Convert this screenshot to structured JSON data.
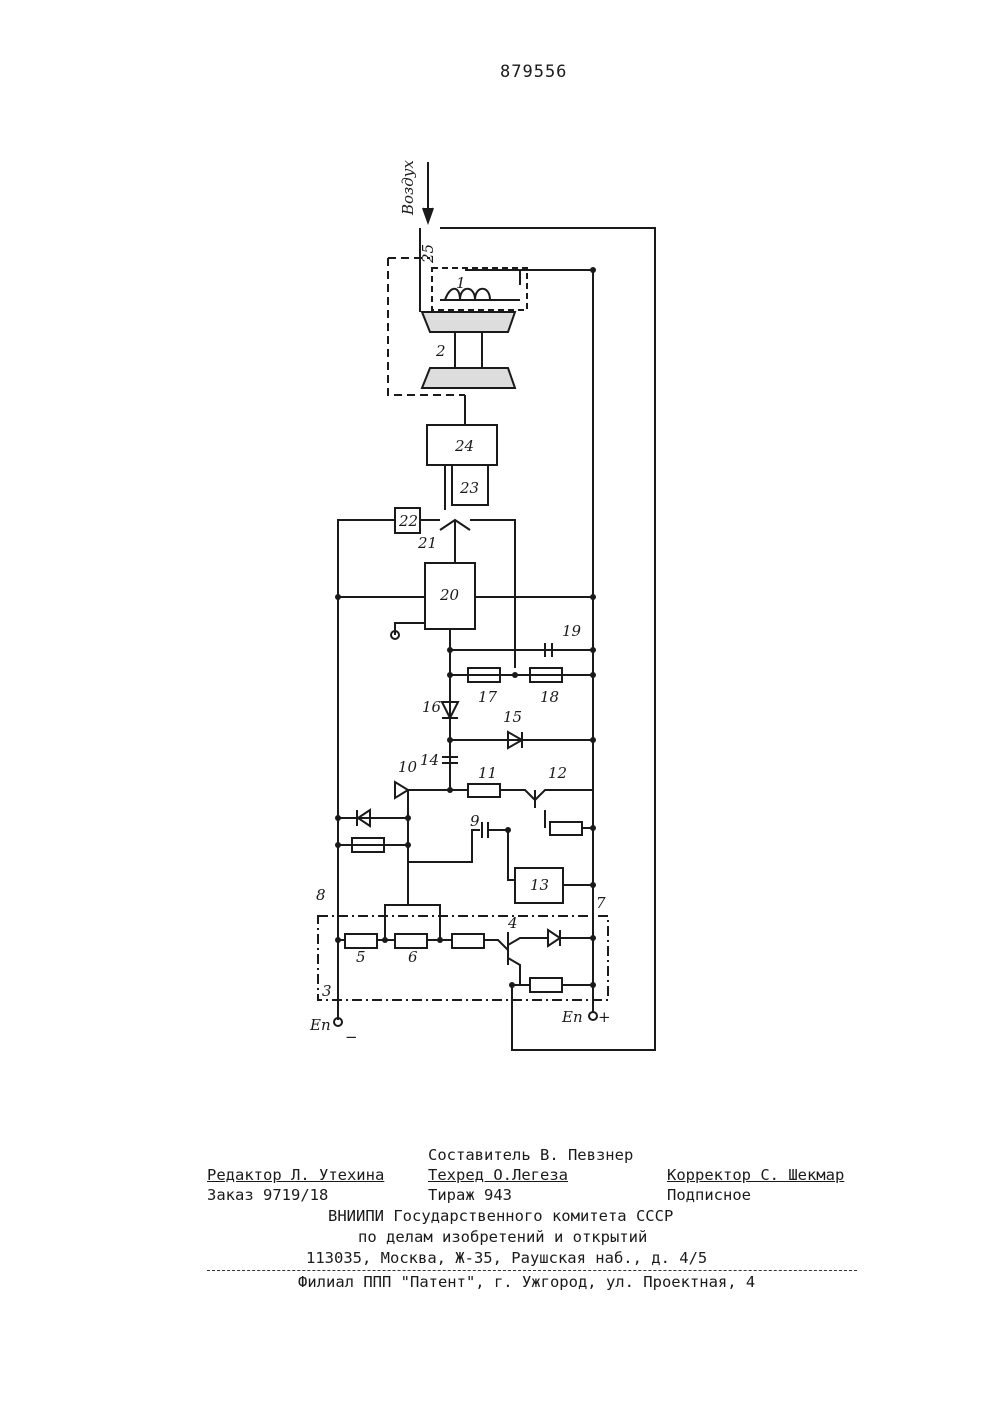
{
  "page_number": "879556",
  "schematic": {
    "input_label": "Воздух",
    "component_numbers": [
      "25",
      "1",
      "2",
      "24",
      "23",
      "22",
      "21",
      "20",
      "19",
      "18",
      "17",
      "16",
      "15",
      "14",
      "12",
      "11",
      "10",
      "9",
      "13",
      "8",
      "7",
      "5",
      "6",
      "4",
      "3"
    ],
    "power_left": "Eп",
    "power_right": "Eп",
    "polarity_minus": "−",
    "polarity_plus": "+"
  },
  "imprint": {
    "compiler": "Составитель В. Певзнер",
    "editor": "Редактор Л. Утехина",
    "tech_editor": "Техред О.Легеза",
    "corrector": "Корректор С. Шекмар",
    "order": "Заказ 9719/18",
    "circulation": "Тираж 943",
    "subscription": "Подписное",
    "org_line1": "ВНИИПИ Государственного комитета СССР",
    "org_line2": "по делам изобретений и открытий",
    "address": "113035, Москва, Ж-35, Раушская наб., д. 4/5",
    "branch": "Филиал ППП \"Патент\", г. Ужгород, ул. Проектная, 4"
  }
}
